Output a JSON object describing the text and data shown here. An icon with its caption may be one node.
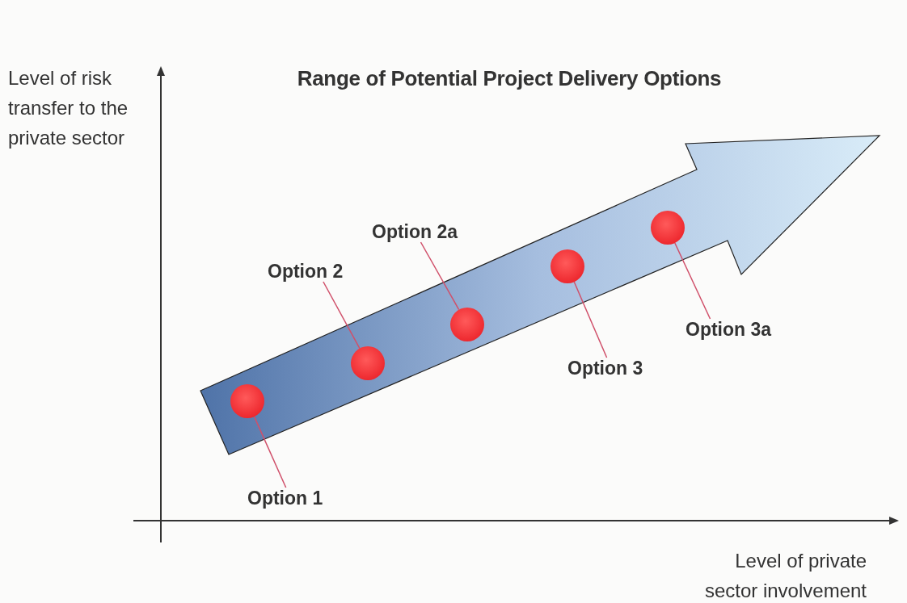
{
  "diagram": {
    "title": "Range of Potential Project Delivery Options",
    "nodes": [
      {
        "text": [
          "Option 2a"
        ]
      },
      {
        "text": [
          "Option 2"
        ]
      },
      {
        "text": [
          "Option 3a"
        ]
      },
      {
        "text": [
          "Option 3"
        ]
      },
      {
        "text": [
          "Option 1"
        ]
      },
      {
        "text": [],
        "shape": "circle"
      },
      {
        "text": [],
        "shape": "circle"
      },
      {
        "text": [],
        "shape": "circle"
      },
      {
        "text": [],
        "shape": "circle"
      },
      {
        "text": [],
        "shape": "circle"
      }
    ],
    "edges": [
      {
        "from": 0,
        "to": 7,
        "arrow": "none"
      },
      {
        "from": 1,
        "to": 6,
        "arrow": "none"
      },
      {
        "from": 2,
        "to": 9,
        "arrow": "none"
      },
      {
        "from": 3,
        "to": 8,
        "arrow": "none"
      },
      {
        "from": 4,
        "to": 5,
        "arrow": "none"
      }
    ],
    "labels": [
      "Level of risk transfer to the private sector",
      "Level of private sector involvement"
    ]
  }
}
